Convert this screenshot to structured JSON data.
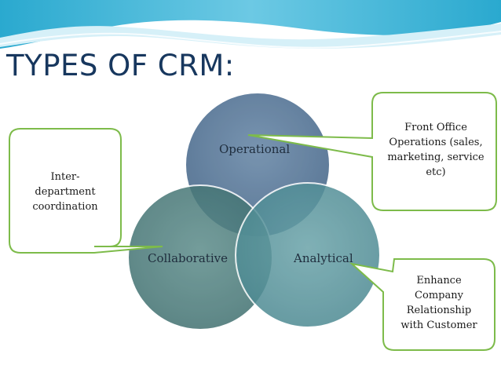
{
  "slide": {
    "title": "TYPES OF CRM:"
  },
  "diagram": {
    "circles": [
      {
        "label": "Operational",
        "color": "#4f6d8f"
      },
      {
        "label": "Collaborative",
        "color": "#447777"
      },
      {
        "label": "Analytical",
        "color": "#4f8f96"
      }
    ],
    "callouts": [
      {
        "lines": [
          "Inter-",
          "department",
          "coordination"
        ],
        "target": "Collaborative"
      },
      {
        "lines": [
          "Front Office",
          "Operations (sales,",
          "marketing, service",
          "etc)"
        ],
        "target": "Operational"
      },
      {
        "lines": [
          "Enhance",
          "Company",
          "Relationship",
          "with Customer"
        ],
        "target": "Analytical"
      }
    ],
    "callout_border_color": "#7dbb4a"
  },
  "theme": {
    "title_color": "#17375e",
    "wave_colors": [
      "#31b4d8",
      "#c9ecf6"
    ]
  }
}
